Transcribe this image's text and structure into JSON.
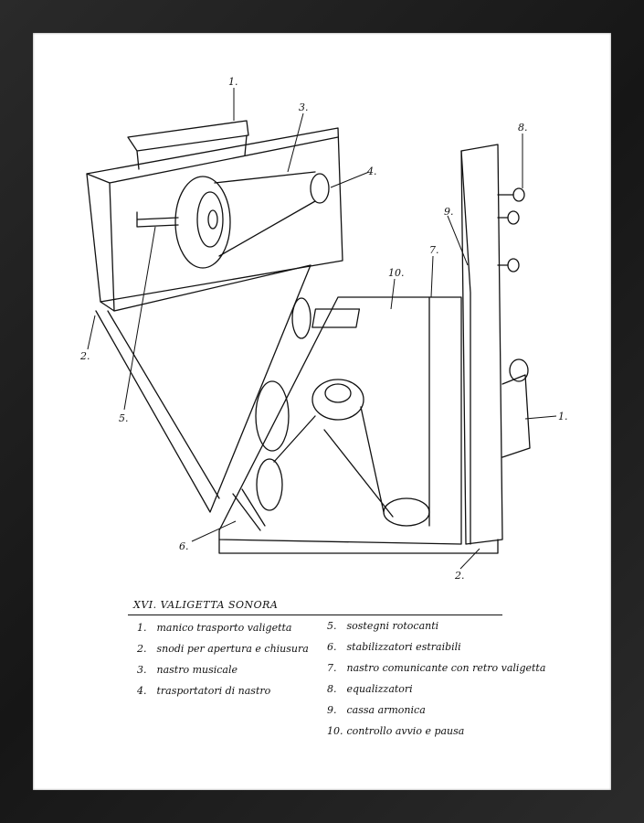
{
  "caption": {
    "title": "XVI. VALIGETTA SONORA"
  },
  "callouts": [
    "1.",
    "2.",
    "3.",
    "4.",
    "5.",
    "6.",
    "7.",
    "8.",
    "9.",
    "10.",
    "1.",
    "2."
  ],
  "legend_left": [
    {
      "num": "1.",
      "text": "manico trasporto valigetta"
    },
    {
      "num": "2.",
      "text": "snodi per apertura e chiusura"
    },
    {
      "num": "3.",
      "text": "nastro musicale"
    },
    {
      "num": "4.",
      "text": "trasportatori di nastro"
    }
  ],
  "legend_right": [
    {
      "num": "5.",
      "text": "sostegni rotocanti"
    },
    {
      "num": "6.",
      "text": "stabilizzatori estraibili"
    },
    {
      "num": "7.",
      "text": "nastro comunicante con retro valigetta"
    },
    {
      "num": "8.",
      "text": "equalizzatori"
    },
    {
      "num": "9.",
      "text": "cassa armonica"
    },
    {
      "num": "10.",
      "text": "controllo avvio e pausa"
    }
  ],
  "colors": {
    "ink": "#111111",
    "paper": "#ffffff",
    "frame": "#1c1c1c"
  }
}
